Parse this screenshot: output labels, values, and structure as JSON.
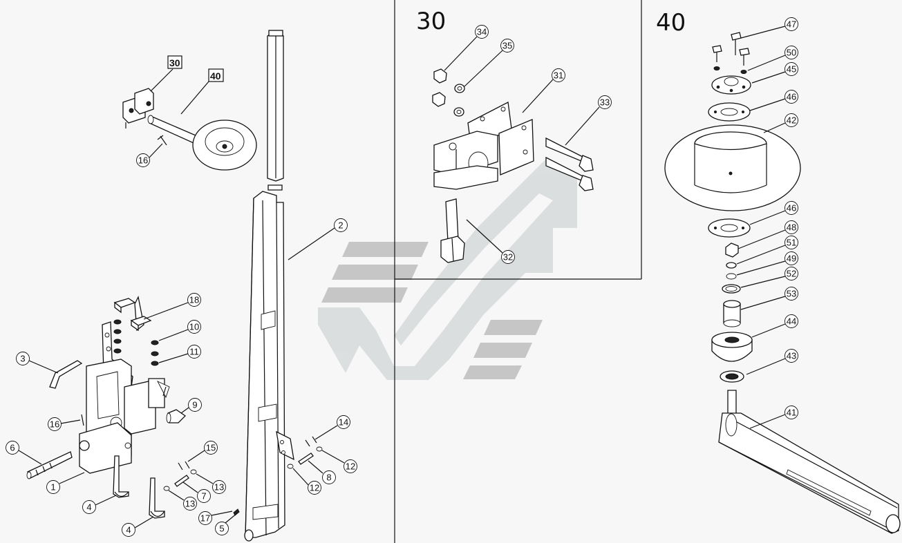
{
  "sections": [
    {
      "id": "30",
      "label": "30"
    },
    {
      "id": "40",
      "label": "40"
    }
  ],
  "overview_tags": [
    "30",
    "40"
  ],
  "callouts": [
    {
      "label": "1"
    },
    {
      "label": "2"
    },
    {
      "label": "3"
    },
    {
      "label": "4"
    },
    {
      "label": "4"
    },
    {
      "label": "5"
    },
    {
      "label": "6"
    },
    {
      "label": "7"
    },
    {
      "label": "8"
    },
    {
      "label": "9"
    },
    {
      "label": "10"
    },
    {
      "label": "11"
    },
    {
      "label": "12"
    },
    {
      "label": "12"
    },
    {
      "label": "13"
    },
    {
      "label": "13"
    },
    {
      "label": "14"
    },
    {
      "label": "15"
    },
    {
      "label": "16"
    },
    {
      "label": "16"
    },
    {
      "label": "17"
    },
    {
      "label": "18"
    },
    {
      "label": "31"
    },
    {
      "label": "32"
    },
    {
      "label": "33"
    },
    {
      "label": "34"
    },
    {
      "label": "35"
    },
    {
      "label": "41"
    },
    {
      "label": "42"
    },
    {
      "label": "43"
    },
    {
      "label": "44"
    },
    {
      "label": "45"
    },
    {
      "label": "46"
    },
    {
      "label": "46"
    },
    {
      "label": "47"
    },
    {
      "label": "48"
    },
    {
      "label": "49"
    },
    {
      "label": "50"
    },
    {
      "label": "51"
    },
    {
      "label": "52"
    },
    {
      "label": "53"
    }
  ],
  "colors": {
    "line": "#111111",
    "background": "#f7f7f7",
    "watermark": "#9aa5a3"
  }
}
